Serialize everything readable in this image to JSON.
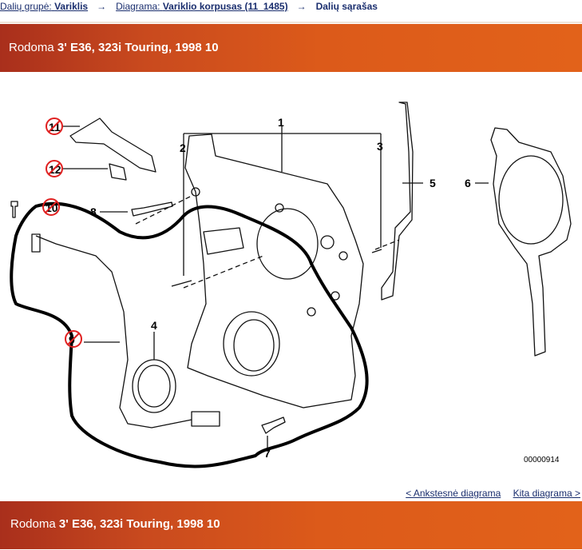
{
  "breadcrumb": {
    "group_label": "Dalių grupė:",
    "group_value": "Variklis",
    "diagram_label": "Diagrama:",
    "diagram_value": "Variklio korpusas (11_1485)",
    "current": "Dalių sąrašas",
    "separator": "→"
  },
  "banner": {
    "prefix": "Rodoma",
    "vehicle": "3' E36, 323i Touring, 1998 10"
  },
  "diagram": {
    "id": "00000914",
    "callouts": [
      "1",
      "2",
      "3",
      "4",
      "5",
      "6",
      "7",
      "8"
    ],
    "crossed_callouts": [
      "11",
      "12",
      "10",
      "9"
    ]
  },
  "navigation": {
    "previous": "< Ankstesnė diagrama",
    "next": "Kita diagrama >"
  },
  "colors": {
    "link": "#1a2e6e",
    "banner_start": "#a92f1c",
    "banner_end": "#e2621a",
    "cross_red": "#e02020"
  }
}
